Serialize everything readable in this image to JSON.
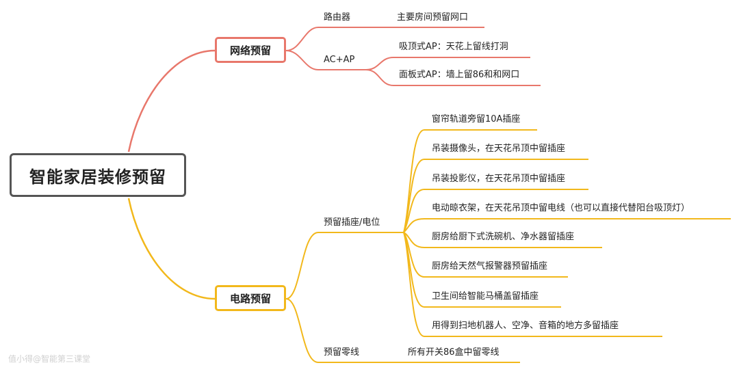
{
  "root": {
    "label": "智能家居装修预留"
  },
  "network": {
    "label": "网络预留",
    "color": "#e8776b",
    "router": {
      "label": "路由器",
      "detail": "主要房间预留网口"
    },
    "acap": {
      "label": "AC+AP",
      "items": [
        "吸顶式AP：天花上留线打洞",
        "面板式AP：墙上留86和和网口"
      ]
    }
  },
  "electric": {
    "label": "电路预留",
    "color": "#f2b81b",
    "sockets": {
      "label": "预留插座/电位",
      "items": [
        "窗帘轨道旁留10A插座",
        "吊装摄像头，在天花吊顶中留插座",
        "吊装投影仪，在天花吊顶中留插座",
        "电动晾衣架，在天花吊顶中留电线（也可以直接代替阳台吸顶灯）",
        "厨房给厨下式洗碗机、净水器留插座",
        "厨房给天然气报警器预留插座",
        "卫生间给智能马桶盖留插座",
        "用得到扫地机器人、空净、音箱的地方多留插座"
      ]
    },
    "neutral": {
      "label": "预留零线",
      "detail": "所有开关86盒中留零线"
    }
  },
  "watermark": "值小得@智能第三课堂"
}
